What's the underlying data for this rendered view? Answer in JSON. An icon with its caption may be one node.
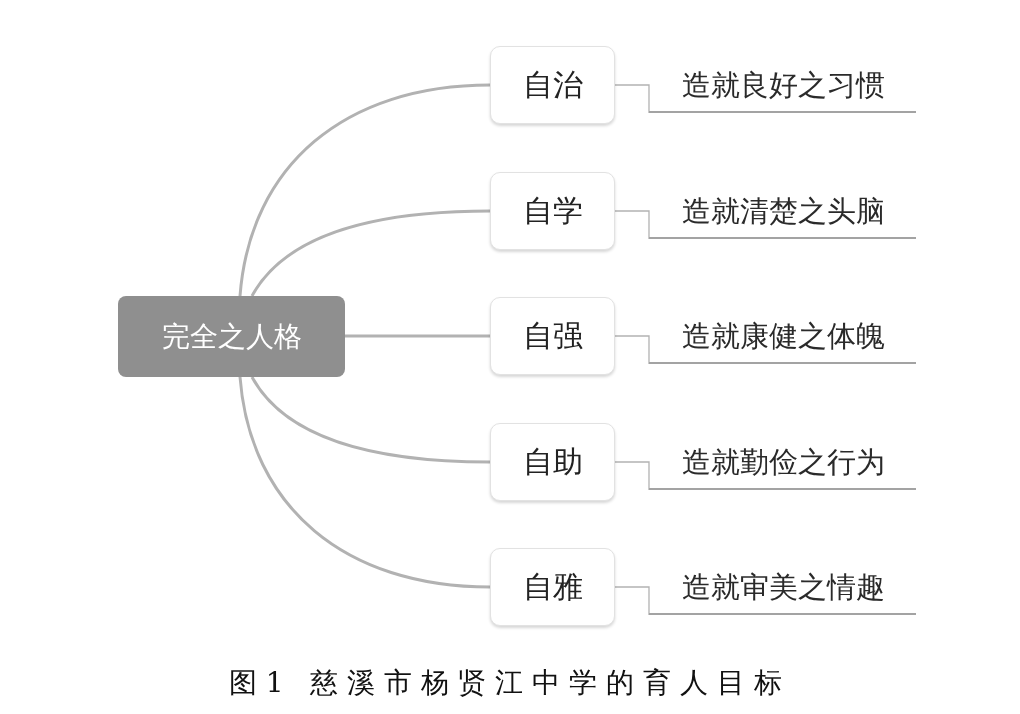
{
  "diagram": {
    "caption": "图1 慈溪市杨贤江中学的育人目标",
    "nodes": [
      {
        "text": [
          "完全之人格"
        ]
      },
      {
        "text": [
          "自治"
        ]
      },
      {
        "text": [
          "造就良好之习惯"
        ]
      },
      {
        "text": [
          "自学"
        ]
      },
      {
        "text": [
          "造就清楚之头脑"
        ]
      },
      {
        "text": [
          "自强"
        ]
      },
      {
        "text": [
          "造就康健之体魄"
        ]
      },
      {
        "text": [
          "自助"
        ]
      },
      {
        "text": [
          "造就勤俭之行为"
        ]
      },
      {
        "text": [
          "自雅"
        ]
      },
      {
        "text": [
          "造就审美之情趣"
        ]
      }
    ],
    "edges": [
      {
        "from": 0,
        "to": 1,
        "arrow": "none",
        "style": "thick"
      },
      {
        "from": 0,
        "to": 3,
        "arrow": "none",
        "style": "thick"
      },
      {
        "from": 0,
        "to": 5,
        "arrow": "none",
        "style": "thick"
      },
      {
        "from": 0,
        "to": 7,
        "arrow": "none",
        "style": "thick"
      },
      {
        "from": 0,
        "to": 9,
        "arrow": "none",
        "style": "thick"
      },
      {
        "from": 1,
        "to": 2,
        "arrow": "none"
      },
      {
        "from": 3,
        "to": 4,
        "arrow": "none"
      },
      {
        "from": 5,
        "to": 6,
        "arrow": "none"
      },
      {
        "from": 7,
        "to": 8,
        "arrow": "none"
      },
      {
        "from": 9,
        "to": 10,
        "arrow": "none"
      }
    ]
  }
}
